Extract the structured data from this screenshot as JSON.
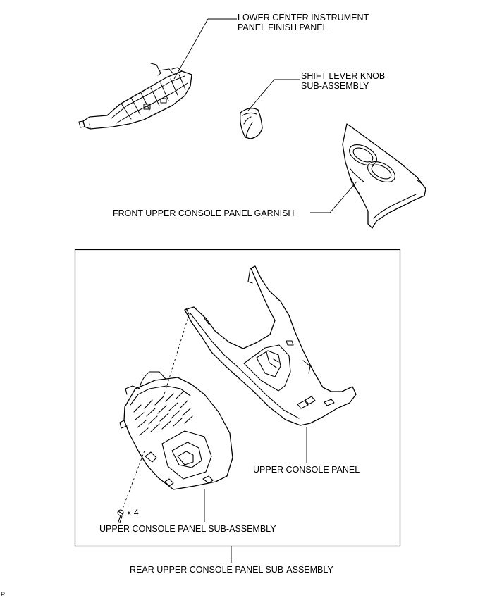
{
  "labels": {
    "lower_finish_panel": [
      "LOWER CENTER INSTRUMENT",
      "PANEL FINISH PANEL"
    ],
    "shift_knob": [
      "SHIFT LEVER KNOB",
      "SUB-ASSEMBLY"
    ],
    "front_garnish": "FRONT UPPER CONSOLE PANEL GARNISH",
    "upper_console_panel": "UPPER CONSOLE PANEL",
    "upper_console_sub_assembly": "UPPER CONSOLE PANEL SUB-ASSEMBLY",
    "rear_upper_console_sub_assembly": "REAR UPPER CONSOLE PANEL SUB-ASSEMBLY",
    "screw_quantity": "x 4",
    "page_marker": "P"
  }
}
